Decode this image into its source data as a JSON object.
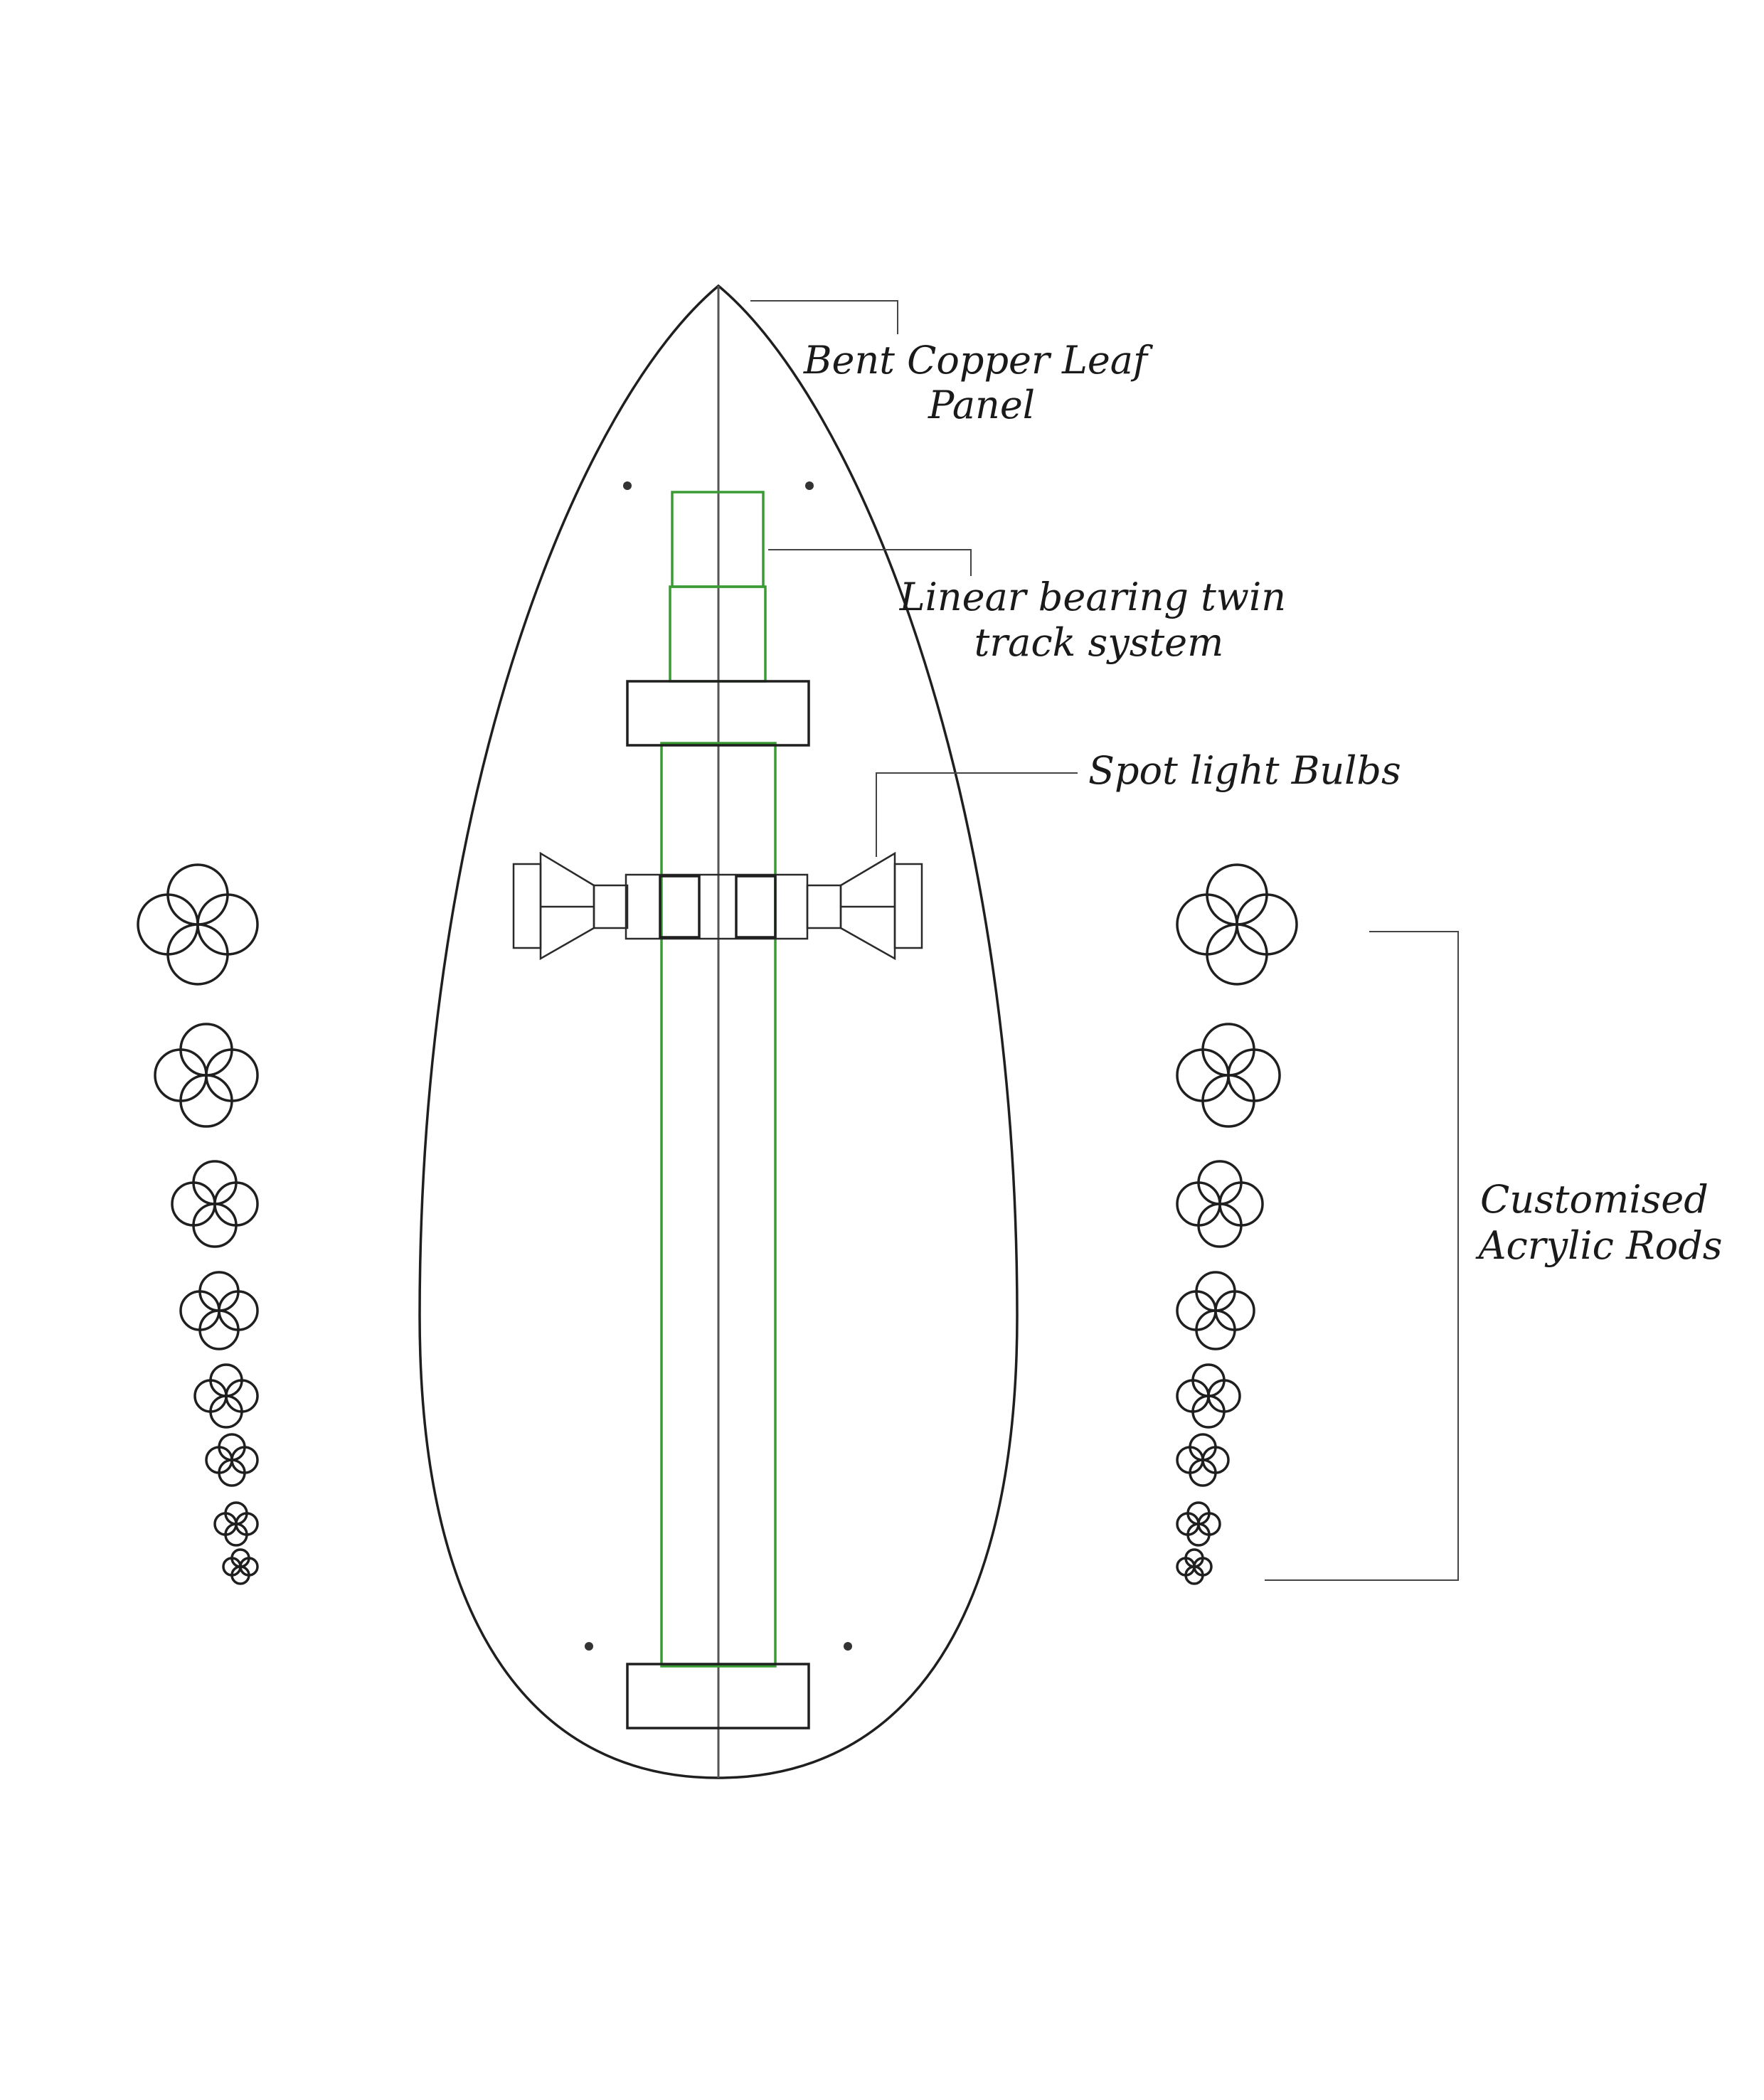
{
  "labels": {
    "copper_panel": [
      "Bent Copper Leaf",
      "Panel"
    ],
    "linear_bearing": [
      "Linear bearing twin",
      "track system"
    ],
    "spot_lights": [
      "Spot light Bulbs"
    ],
    "acrylic_rods": [
      "Customised",
      "Acrylic Rods"
    ]
  },
  "colors": {
    "outline": "#1f1f1f",
    "track": "#3a9a34",
    "background": "#ffffff"
  }
}
